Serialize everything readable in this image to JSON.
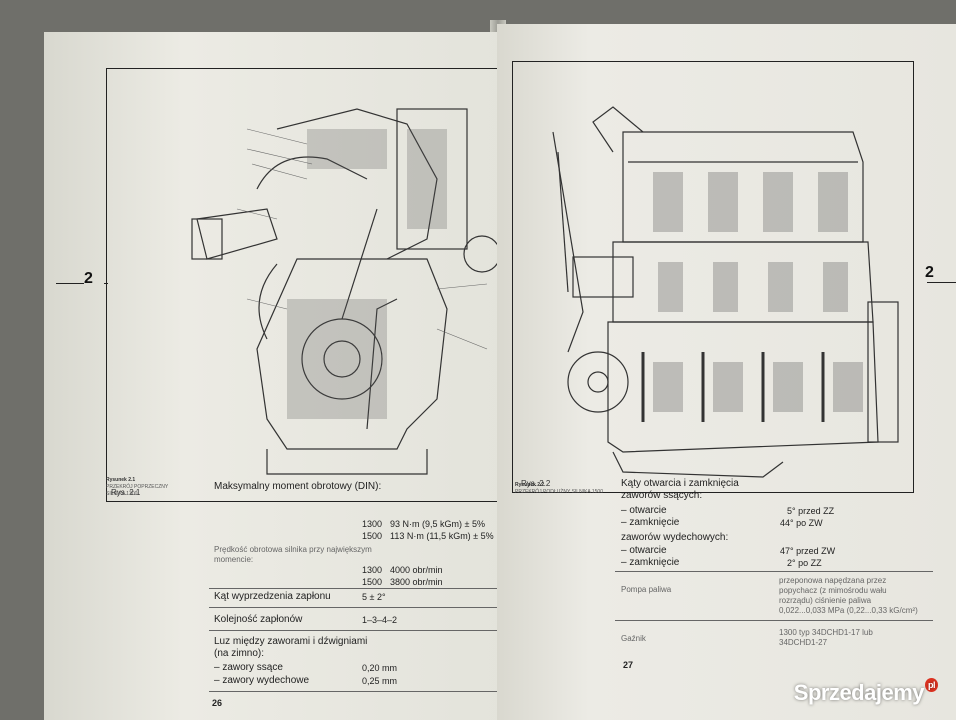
{
  "left_page": {
    "figure_label": "Rys. 2.1",
    "chapter_marker": "2",
    "page_number": "26",
    "caption_title": "Rysunek 2.1",
    "caption_text": "PRZEKRÓJ POPRZECZNY SILNIKA 1300",
    "specs": {
      "torque_label": "Maksymalny moment obrotowy (DIN):",
      "torque_rows": [
        {
          "model": "1300",
          "value": "93 N·m (9,5 kGm) ± 5%"
        },
        {
          "model": "1500",
          "value": "113 N·m (11,5 kGm) ± 5%"
        }
      ],
      "speed_label": "Prędkość obrotowa silnika przy największym momencie:",
      "speed_rows": [
        {
          "model": "1300",
          "value": "4000 obr/min"
        },
        {
          "model": "1500",
          "value": "3800 obr/min"
        }
      ],
      "ignition_advance_label": "Kąt wyprzedzenia zapłonu",
      "ignition_advance_value": "5 ± 2°",
      "firing_order_label": "Kolejność zapłonów",
      "firing_order_value": "1–3–4–2",
      "clearance_label": "Luz między zaworami i dźwigniami (na zimno):",
      "clearance_rows": [
        {
          "label": "– zawory ssące",
          "value": "0,20 mm"
        },
        {
          "label": "– zawory wydechowe",
          "value": "0,25 mm"
        }
      ]
    }
  },
  "right_page": {
    "figure_label": "Rys. 2.2",
    "chapter_marker": "2",
    "page_number": "27",
    "caption_title": "Rysunek 2.2",
    "caption_text": "PRZEKRÓJ PODŁUŻNY SILNIKA 1500",
    "specs": {
      "valve_timing_label": "Kąty otwarcia i zamknięcia zaworów ssących:",
      "intake_rows": [
        {
          "label": "– otwarcie",
          "value": "5° przed ZZ"
        },
        {
          "label": "– zamknięcie",
          "value": "44° po ZW"
        }
      ],
      "exhaust_label": "zaworów wydechowych:",
      "exhaust_rows": [
        {
          "label": "– otwarcie",
          "value": "47° przed ZW"
        },
        {
          "label": "– zamknięcie",
          "value": "2° po ZZ"
        }
      ],
      "fuel_pump_label": "Pompa paliwa",
      "fuel_pump_value": "przeponowa napędzana przez popychacz (z mimośrodu wału rozrządu) ciśnienie paliwa 0,022...0,033 MPa (0,22...0,33 kG/cm²)",
      "carburetor_label": "Gaźnik",
      "carburetor_value": "1300 typ 34DCHD1-17 lub 34DCHD1-27"
    }
  },
  "watermark": {
    "brand": "Sprzedajemy",
    "tld": "pl"
  }
}
